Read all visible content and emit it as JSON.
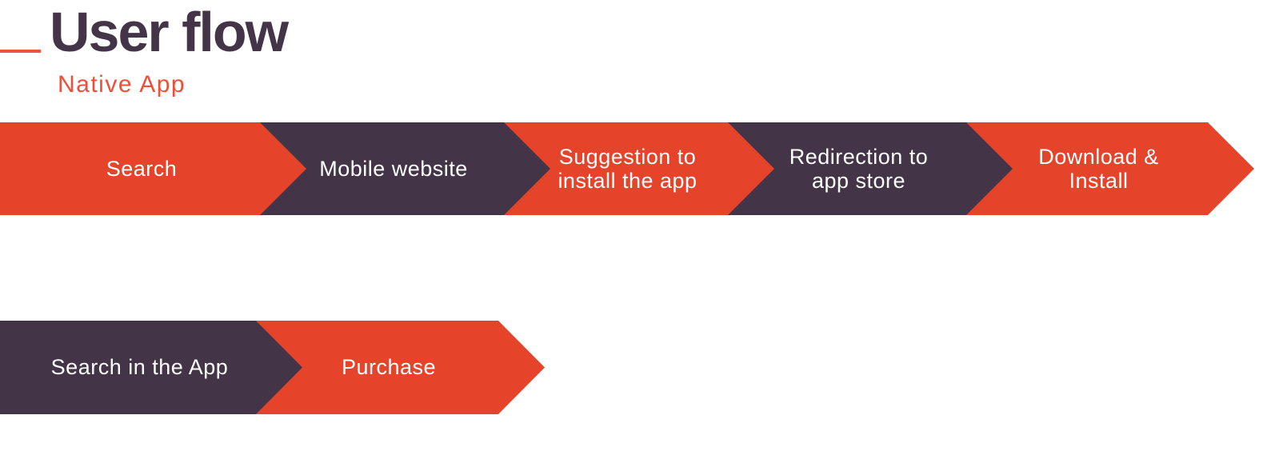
{
  "header": {
    "title": "User flow",
    "subtitle": "Native App"
  },
  "colors": {
    "chevron_orange": "#E6432B",
    "chevron_dark_purple": "#443447",
    "title_text": "#443447",
    "subtitle_text": "#F04E38",
    "accent_line": "#EA5440",
    "chevron_label_text": "#FFFFFF",
    "background": "#FFFFFF"
  },
  "flow": {
    "rows": [
      {
        "steps": [
          {
            "label": "Search",
            "color": "#E6432B"
          },
          {
            "label": "Mobile website",
            "color": "#443447"
          },
          {
            "label": "Suggestion to install the app",
            "color": "#E6432B"
          },
          {
            "label": "Redirection to app store",
            "color": "#443447"
          },
          {
            "label": "Download & Install",
            "color": "#E6432B"
          }
        ]
      },
      {
        "steps": [
          {
            "label": "Search in the App",
            "color": "#443447"
          },
          {
            "label": "Purchase",
            "color": "#E6432B"
          }
        ]
      }
    ]
  }
}
